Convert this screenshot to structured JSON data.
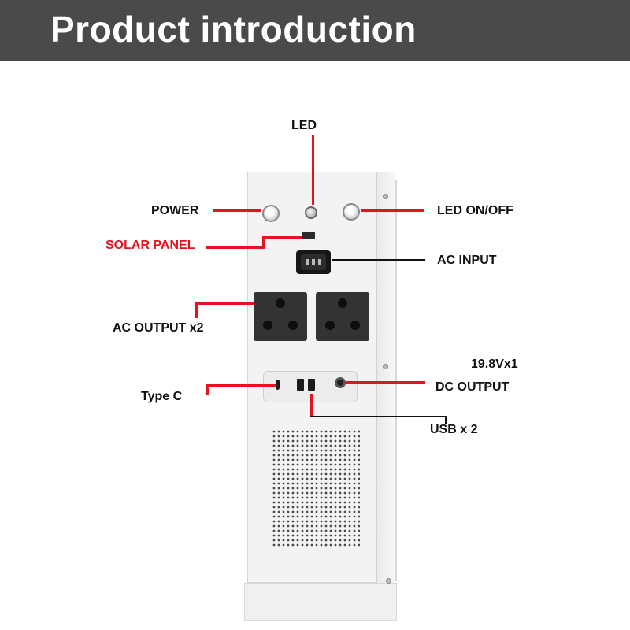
{
  "header": {
    "title": "Product introduction"
  },
  "labels": {
    "led": "LED",
    "power": "POWER",
    "led_onoff": "LED ON/OFF",
    "solar_panel": "SOLAR PANEL",
    "ac_input": "AC INPUT",
    "ac_output": "AC OUTPUT x2",
    "voltage": "19.8Vx1",
    "dc_output": "DC OUTPUT",
    "type_c": "Type C",
    "usb": "USB x 2"
  },
  "colors": {
    "header_bg": "#4a4a4a",
    "accent": "#e2141f",
    "text": "#111111"
  }
}
